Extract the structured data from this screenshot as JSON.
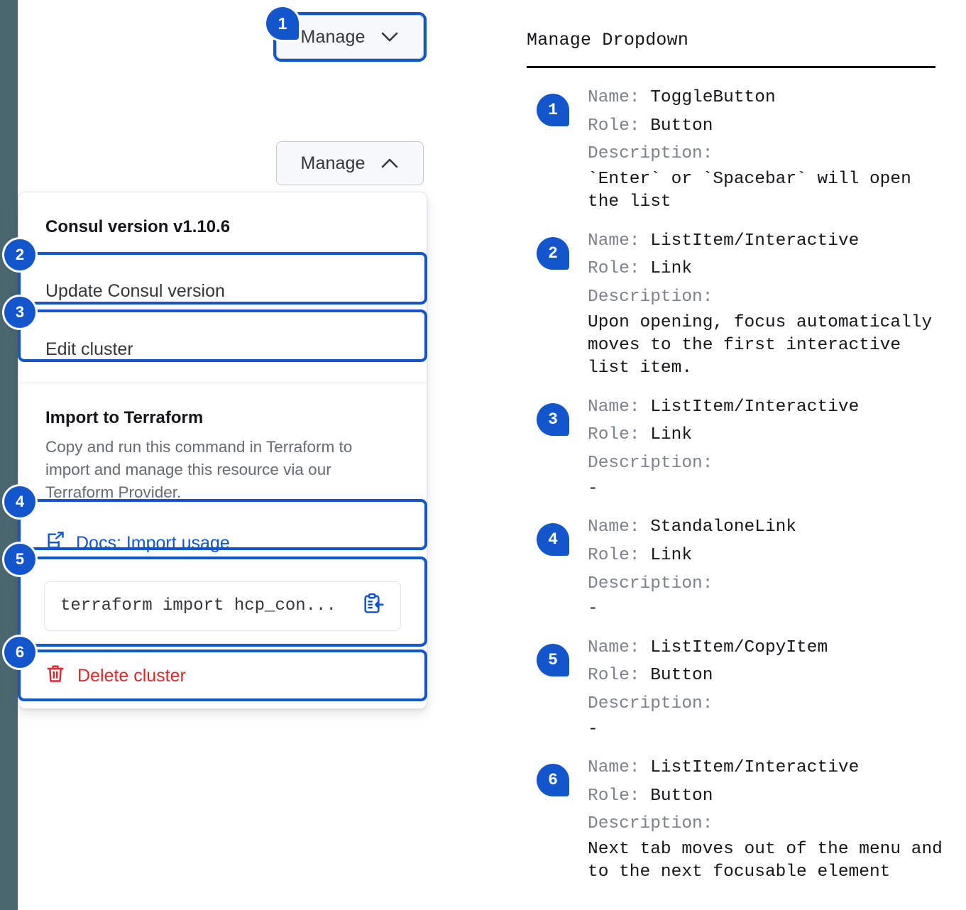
{
  "left_panel": {
    "button_collapsed": {
      "label": "Manage",
      "chevron": "chevron-down-icon",
      "badge": "1"
    },
    "button_expanded": {
      "label": "Manage",
      "chevron": "chevron-up-icon"
    },
    "dropdown": {
      "version_heading": "Consul version v1.10.6",
      "items": [
        {
          "label": "Update Consul version",
          "badge": "2"
        },
        {
          "label": "Edit cluster",
          "badge": "3"
        }
      ],
      "terraform": {
        "heading": "Import to Terraform",
        "description": "Copy and run this command in Terraform to import and manage this resource via our Terraform Provider.",
        "docs_link": {
          "label": "Docs: Import usage",
          "icon": "external-link-docs-icon",
          "badge": "4"
        },
        "command": {
          "value": "terraform import hcp_con...",
          "copy_icon": "clipboard-copy-icon",
          "badge": "5"
        }
      },
      "delete": {
        "label": "Delete cluster",
        "icon": "trash-icon",
        "badge": "6"
      }
    }
  },
  "right_panel": {
    "title": "Manage Dropdown",
    "labels": {
      "name": "Name:",
      "role": "Role:",
      "description": "Description:"
    },
    "entries": [
      {
        "badge": "1",
        "name": "ToggleButton",
        "role": "Button",
        "description": "`Enter` or `Spacebar` will open\nthe list"
      },
      {
        "badge": "2",
        "name": "ListItem/Interactive",
        "role": "Link",
        "description": "Upon opening, focus automatically\nmoves to the first interactive\nlist item."
      },
      {
        "badge": "3",
        "name": "ListItem/Interactive",
        "role": "Link",
        "description": "-"
      },
      {
        "badge": "4",
        "name": "StandaloneLink",
        "role": "Link",
        "description": "-"
      },
      {
        "badge": "5",
        "name": "ListItem/CopyItem",
        "role": "Button",
        "description": "-"
      },
      {
        "badge": "6",
        "name": "ListItem/Interactive",
        "role": "Button",
        "description": "Next tab moves out of the menu and\nto the next focusable element"
      }
    ]
  },
  "colors": {
    "accent_blue": "#1356cc",
    "danger_red": "#e0272c",
    "edge_strip": "#4a666f",
    "muted_text": "#7d828c"
  }
}
